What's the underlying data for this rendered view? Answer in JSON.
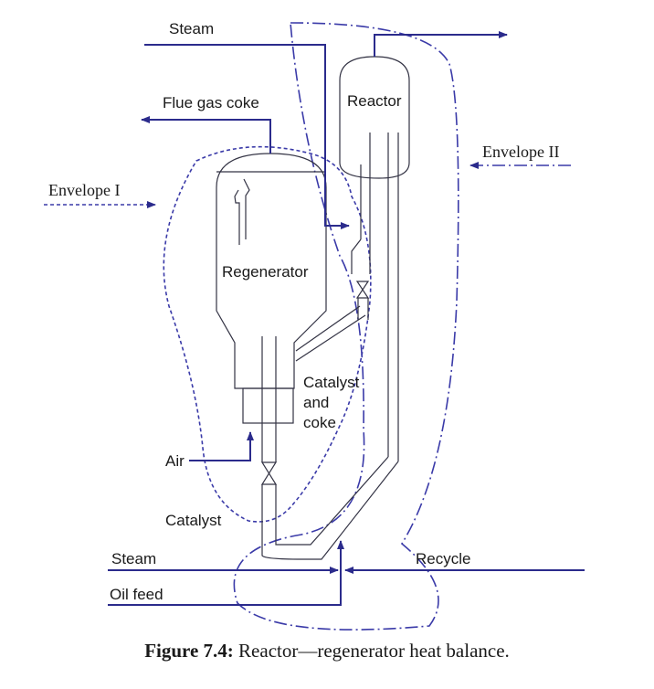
{
  "colors": {
    "flow": "#2b2b8c",
    "envelope": "#3a3aa8",
    "equipment": "#333344"
  },
  "labels": {
    "steam_top": "Steam",
    "flue_gas": "Flue gas coke",
    "reactor": "Reactor",
    "envelope_2": "Envelope II",
    "envelope_1": "Envelope I",
    "regenerator": "Regenerator",
    "catalyst_and_coke": [
      "Catalyst",
      "and",
      "coke"
    ],
    "air": "Air",
    "catalyst": "Catalyst",
    "steam_bottom": "Steam",
    "recycle": "Recycle",
    "oil_feed": "Oil feed"
  },
  "caption": {
    "figure_number": "Figure 7.4:",
    "text": "Reactor—regenerator heat balance."
  }
}
